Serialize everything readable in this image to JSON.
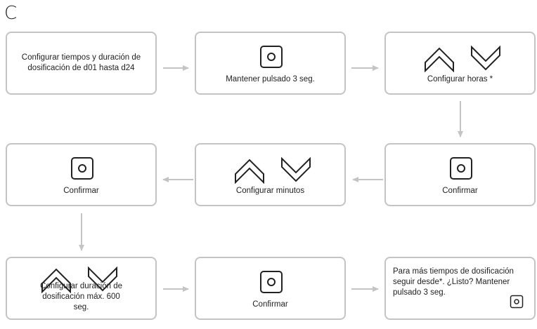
{
  "section_letter": "C",
  "steps": {
    "s1": "Configurar tiempos y duración de dosificación de d01 hasta d24",
    "s2": "Mantener pulsado 3 seg.",
    "s3": "Configurar horas *",
    "s4": "Confirmar",
    "s5": "Configurar minutos",
    "s6": "Confirmar",
    "s7": "Configurar duración de dosificación máx. 600 seg.",
    "s8": "Confirmar",
    "s9": "Para más tiempos de dosificación seguir desde*. ¿Listo? Mantener pulsado 3 seg."
  },
  "icons": {
    "button": "square-button-icon",
    "up": "chevron-up-icon",
    "down": "chevron-down-icon"
  },
  "colors": {
    "border": "#c4c4c4",
    "arrow": "#c4c4c4",
    "icon": "#222222"
  }
}
